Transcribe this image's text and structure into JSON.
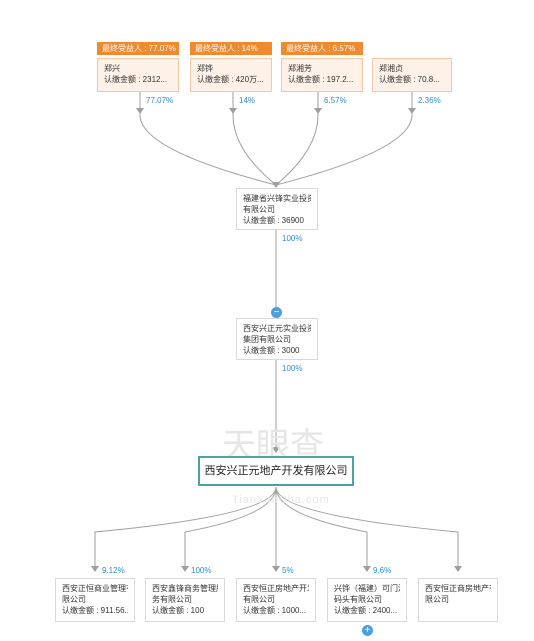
{
  "beneficiaries": [
    {
      "tag": "最终受益人 : 77.07%",
      "name": "郑兴",
      "amount": "认缴金额 : 2312...",
      "pct": "77.07%"
    },
    {
      "tag": "最终受益人 : 14%",
      "name": "郑铧",
      "amount": "认缴金额 : 420万...",
      "pct": "14%"
    },
    {
      "tag": "最终受益人 : 6.57%",
      "name": "郑湘芳",
      "amount": "认缴金额 : 197.2...",
      "pct": "6.57%"
    },
    {
      "tag": "",
      "name": "郑湘贞",
      "amount": "认缴金额 : 70.8...",
      "pct": "2.36%"
    }
  ],
  "level1": {
    "line1": "福建省兴锋实业投资",
    "line2": "有限公司",
    "amount": "认缴金额 : 36900",
    "pct": "100%"
  },
  "level2": {
    "line1": "西安兴正元实业投资",
    "line2": "集团有限公司",
    "amount": "认缴金额 : 3000",
    "pct": "100%"
  },
  "main_company": "西安兴正元地产开发有限公司",
  "watermark": {
    "cn": "天眼查",
    "en": "TianYanCha.com"
  },
  "children": [
    {
      "line1": "西安正恒商业管理有",
      "line2": "限公司",
      "amount": "认缴金额 : 911.56...",
      "pct": "9.12%"
    },
    {
      "line1": "西安鑫锋商务管理服",
      "line2": "务有限公司",
      "amount": "认缴金额 : 100",
      "pct": "100%"
    },
    {
      "line1": "西安恒正房地产开发",
      "line2": "有限公司",
      "amount": "认缴金额 : 1000...",
      "pct": "5%"
    },
    {
      "line1": "兴铧（福建）可门港",
      "line2": "码头有限公司",
      "amount": "认缴金额 : 2400...",
      "pct": "9.6%"
    },
    {
      "line1": "西安恒正商房地产有",
      "line2": "限公司",
      "amount": "",
      "pct": ""
    }
  ],
  "colors": {
    "tag": "#f08a2e",
    "holder_bg": "#fdf1e8",
    "pct": "#2b8fd6",
    "line": "#9e9e9e",
    "main_border": "#4ba3a6",
    "toggle": "#4c9fe1"
  },
  "icons": {
    "collapse": "minus-circle-icon",
    "expand": "plus-circle-icon"
  }
}
